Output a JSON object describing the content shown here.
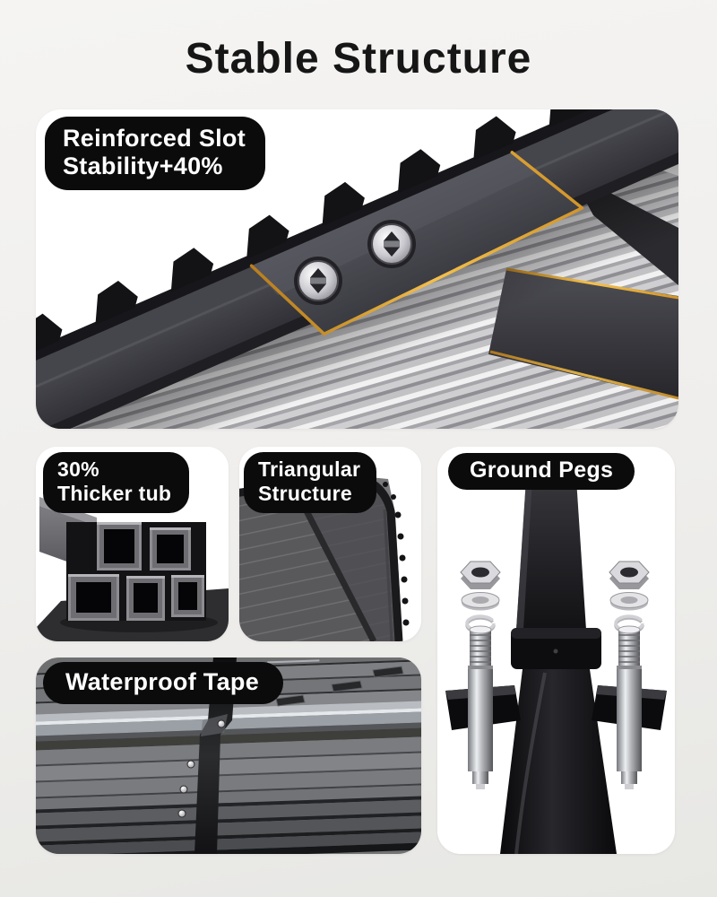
{
  "page": {
    "title": "Stable Structure"
  },
  "labels": {
    "reinforced_slot": {
      "line1": "Reinforced Slot",
      "line2": "Stability+40%"
    },
    "thicker_tube": {
      "line1": "30%",
      "line2": "Thicker tub"
    },
    "triangular": {
      "line1": "Triangular",
      "line2": "Structure"
    },
    "ground_pegs": {
      "text": "Ground Pegs"
    },
    "waterproof_tape": {
      "text": "Waterproof Tape"
    }
  },
  "illustrations": {
    "reinforced_slot": "metal-roof-rail-with-gold-edged-gusset-plate-and-two-screws",
    "thicker_tube": "five-stacked-square-steel-tubes",
    "triangular": "roof-corner-panel-with-diagonal-brace",
    "ground_pegs": "post-base-with-ground-pegs-nuts-washers-rings",
    "waterproof_tape": "corrugated-roof-seam-sealed-with-dark-tape"
  },
  "colors": {
    "page_bg_top": "#f5f4f2",
    "page_bg_bottom": "#e7e7e4",
    "panel_bg": "#ffffff",
    "pill_bg": "#0b0b0b",
    "pill_text": "#ffffff",
    "title_text": "#161616",
    "gold_accent": "#e3a33c"
  }
}
